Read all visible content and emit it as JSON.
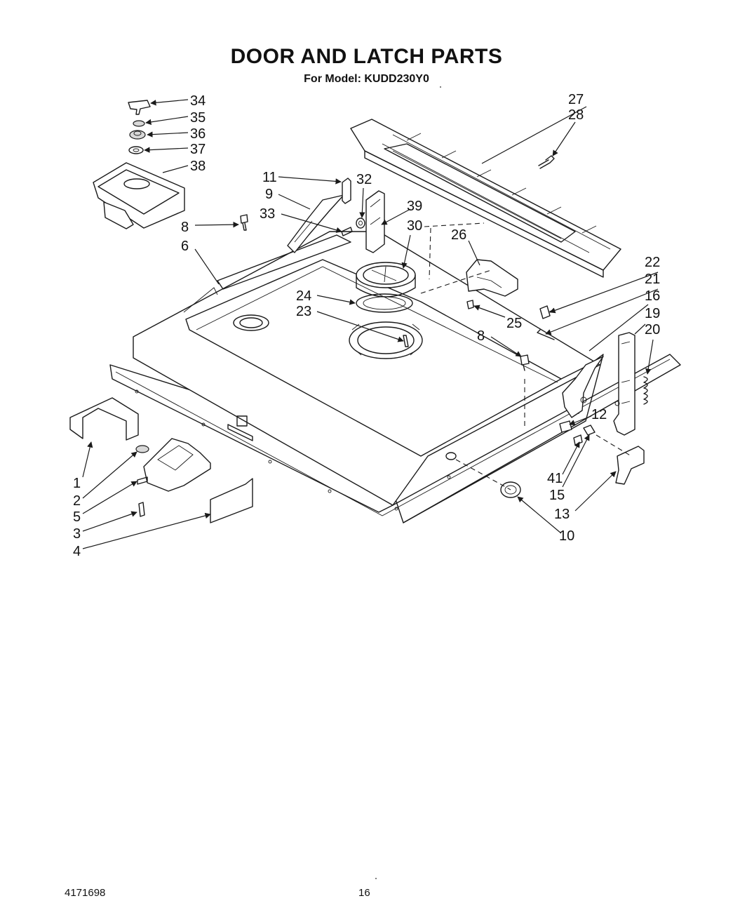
{
  "header": {
    "title": "DOOR AND LATCH PARTS",
    "subtitle": "For Model: KUDD230Y0"
  },
  "footer": {
    "doc_number": "4171698",
    "page_number": "16"
  },
  "callouts": [
    "1",
    "2",
    "3",
    "4",
    "5",
    "6",
    "8",
    "8",
    "9",
    "10",
    "11",
    "12",
    "13",
    "15",
    "16",
    "19",
    "20",
    "21",
    "22",
    "23",
    "24",
    "25",
    "26",
    "27",
    "28",
    "30",
    "32",
    "33",
    "34",
    "35",
    "36",
    "37",
    "38",
    "39",
    "41"
  ]
}
